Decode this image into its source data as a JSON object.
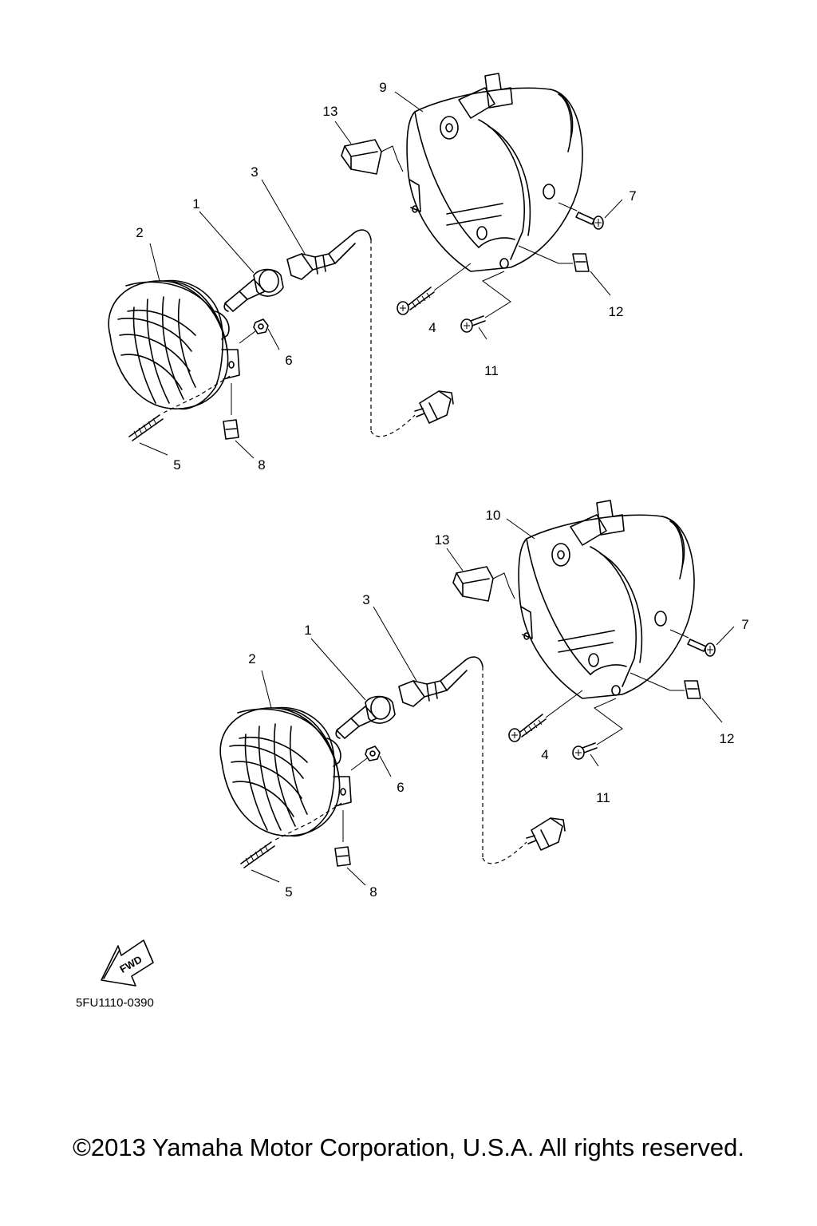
{
  "diagram": {
    "assemblies": [
      {
        "name": "upper",
        "callouts": [
          "9",
          "13",
          "3",
          "1",
          "2",
          "7",
          "12",
          "4",
          "11",
          "6",
          "5",
          "8"
        ]
      },
      {
        "name": "lower",
        "callouts": [
          "10",
          "13",
          "3",
          "1",
          "2",
          "7",
          "12",
          "4",
          "11",
          "6",
          "5",
          "8"
        ]
      }
    ],
    "fwd_label": "FWD",
    "drawing_code": "5FU1110-0390"
  },
  "footer": {
    "copyright": "©2013 Yamaha Motor Corporation, U.S.A. All rights reserved."
  }
}
